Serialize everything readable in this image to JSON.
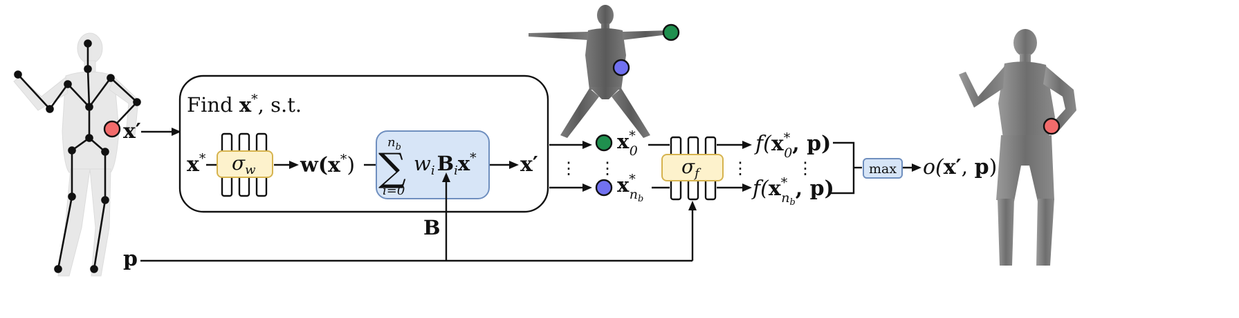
{
  "find_box": {
    "title_prefix": "Find ",
    "title_var": "x",
    "title_sup": "*",
    "title_suffix": ", s.t."
  },
  "labels": {
    "x_prime_input": "x′",
    "x_star": "x",
    "x_star_sup": "*",
    "sigma_w": "σ",
    "sigma_w_sub": "w",
    "w_of_x": "w(x",
    "w_of_x_sup": "*",
    "w_of_x_close": ")",
    "sum_symbol": "∑",
    "sum_top": "n",
    "sum_top_sub": "b",
    "sum_bottom": "i=0",
    "sum_w": "w",
    "sum_w_sub": "i",
    "sum_B": "B",
    "sum_B_sub": "i",
    "sum_x": "x",
    "sum_x_sup": "*",
    "x_prime_out": "x′",
    "B_input": "B",
    "p_input": "p",
    "x0": "x",
    "x0_sup": "*",
    "x0_sub": "0",
    "xnb": "x",
    "xnb_sup": "*",
    "xnb_sub": "n",
    "xnb_sub_sub": "b",
    "sigma_f": "σ",
    "sigma_f_sub": "f",
    "f0_pre": "f(",
    "f0_x": "x",
    "f0_sup": "*",
    "f0_sub": "0",
    "f0_post": ", p)",
    "fnb_pre": "f(",
    "fnb_x": "x",
    "fnb_sup": "*",
    "fnb_sub": "n",
    "fnb_sub_sub": "b",
    "fnb_post": ", p)",
    "max_box": "max",
    "output": "o(x′, p)",
    "vdots": "⋮"
  },
  "colors": {
    "sigma_box_fill": "#fdf2cc",
    "sigma_box_stroke": "#d6b34e",
    "sum_box_fill": "#d7e5f7",
    "sum_box_stroke": "#6f8fbf",
    "max_box_fill": "#d7e5f7",
    "max_box_stroke": "#6f8fbf",
    "point_red": "#f26b6b",
    "point_green": "#1f8f4e",
    "point_blue": "#7171f0",
    "body_light": "#e6e6e6",
    "body_dark": "#7b7b7b"
  }
}
